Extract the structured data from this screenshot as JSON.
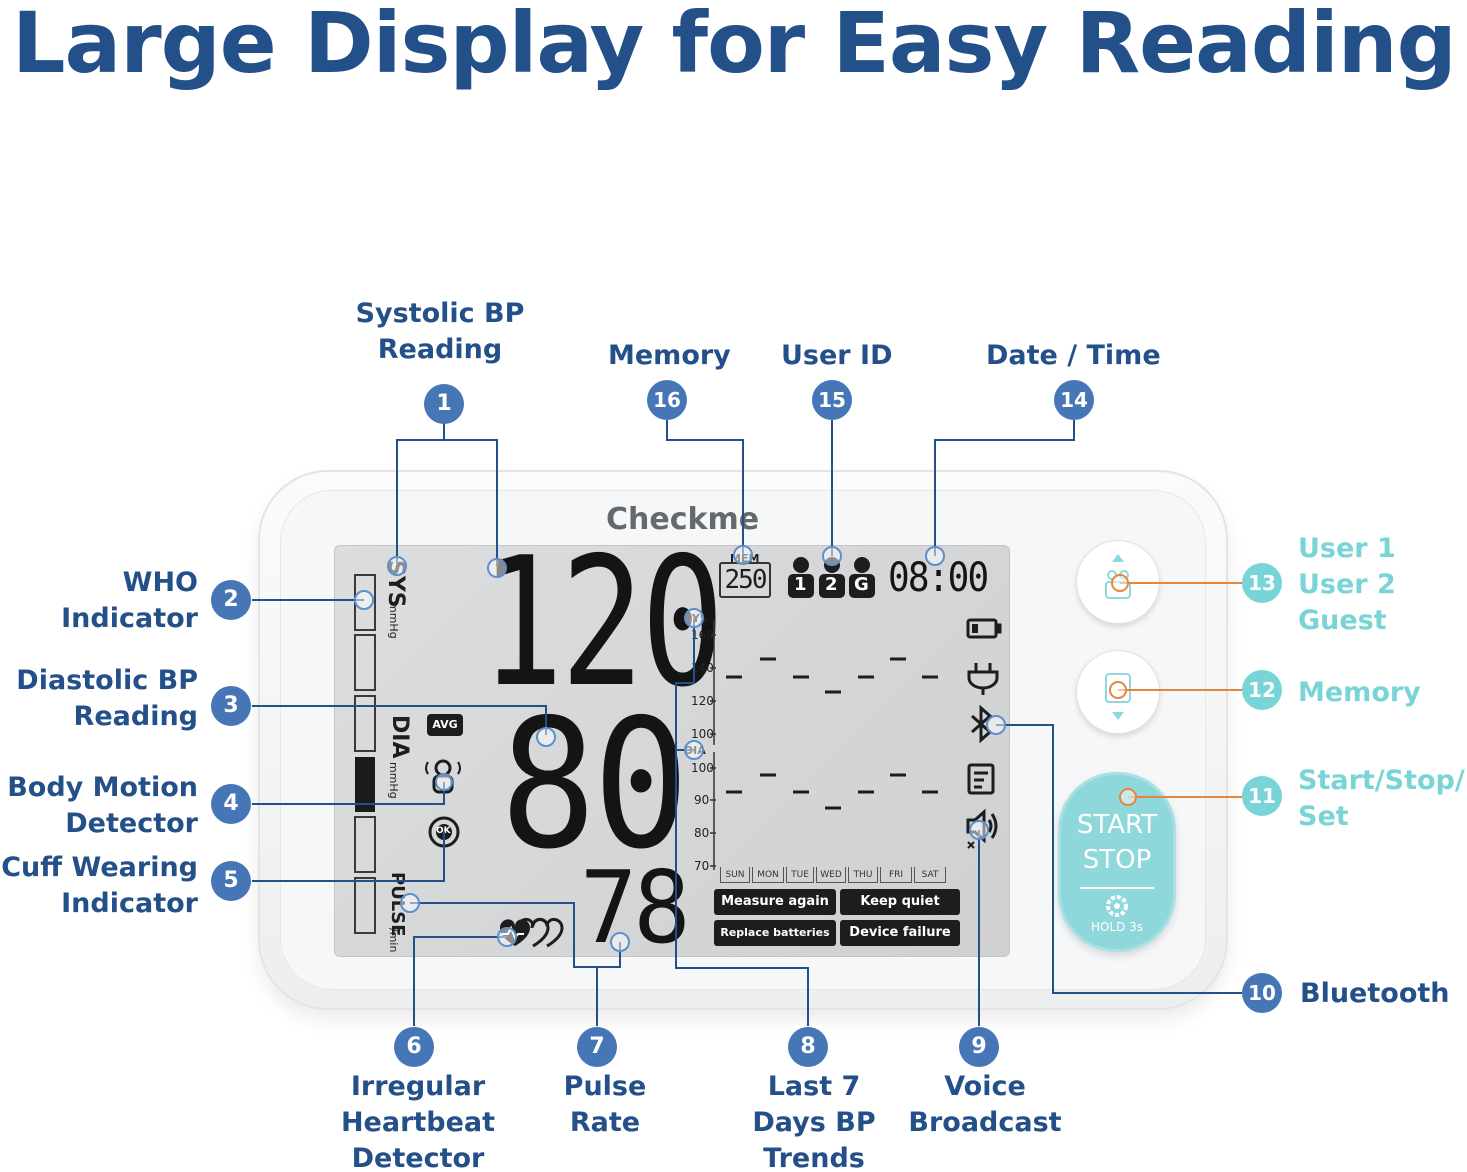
{
  "title": "Large Display for Easy Reading",
  "device": {
    "brand": "Checkme",
    "sys_label": "SYS",
    "dia_label": "DIA",
    "mmhg": "mmHg",
    "pulse_label": "PULSE",
    "per_min": "/min",
    "avg": "AVG",
    "mem": "MEM",
    "mem_value": "250",
    "sys_value": "120",
    "dia_value": "80",
    "pulse_value": "78",
    "time": "08:00",
    "users": [
      "1",
      "2",
      "G"
    ],
    "trend_sys": "SYS",
    "trend_dia": "DIA",
    "sys_ticks": [
      "160",
      "140",
      "120",
      "100"
    ],
    "dia_ticks": [
      "100",
      "90",
      "80",
      "70"
    ],
    "days": [
      "SUN",
      "MON",
      "TUE",
      "WED",
      "THU",
      "FRI",
      "SAT"
    ],
    "messages": [
      "Measure again",
      "Keep quiet",
      "Replace batteries",
      "Device failure"
    ],
    "start_label": "START",
    "stop_label": "STOP",
    "hold_label": "HOLD 3s",
    "ok_label": "OK"
  },
  "callouts": [
    {
      "number": "1",
      "label": "Systolic BP\nReading"
    },
    {
      "number": "2",
      "label": "WHO\nIndicator"
    },
    {
      "number": "3",
      "label": "Diastolic BP\nReading"
    },
    {
      "number": "4",
      "label": "Body Motion\nDetector"
    },
    {
      "number": "5",
      "label": "Cuff Wearing\nIndicator"
    },
    {
      "number": "6",
      "label": "Irregular\nHeartbeat\nDetector"
    },
    {
      "number": "7",
      "label": "Pulse\nRate"
    },
    {
      "number": "8",
      "label": "Last 7\nDays BP\nTrends"
    },
    {
      "number": "9",
      "label": "Voice\nBroadcast"
    },
    {
      "number": "10",
      "label": "Bluetooth"
    },
    {
      "number": "11",
      "label": "Start/Stop/\nSet"
    },
    {
      "number": "12",
      "label": "Memory"
    },
    {
      "number": "13",
      "label": "User 1\nUser 2\nGuest"
    },
    {
      "number": "14",
      "label": "Date / Time"
    },
    {
      "number": "15",
      "label": "User ID"
    },
    {
      "number": "16",
      "label": "Memory"
    }
  ],
  "colors": {
    "primary": "#24508a",
    "badge": "#4676b5",
    "accent": "#78d4d6",
    "leader_orange": "#e4863c"
  }
}
